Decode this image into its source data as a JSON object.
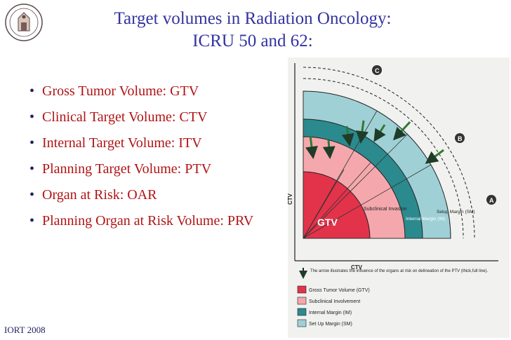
{
  "title": {
    "line1": "Target volumes in Radiation Oncology:",
    "line2": "ICRU 50 and 62:"
  },
  "bullets": [
    "Gross Tumor Volume: GTV",
    "Clinical Target Volume: CTV",
    "Internal Target Volume: ITV",
    "Planning Target Volume: PTV",
    "Organ at Risk: OAR",
    "Planning Organ at Risk Volume: PRV"
  ],
  "footer": "IORT 2008",
  "figure": {
    "region_labels": {
      "gtv": "GTV",
      "subclinical": "Subclinical Invasion",
      "internal": "Internal Margin (IM)",
      "setup": "Setup Margin (SM)"
    },
    "axis_x": "CTV",
    "axis_y": "CTV",
    "markers": [
      "A",
      "B",
      "C"
    ],
    "arrow_caption": "The arrow illustrates the influence of the organs at risk on delineation of the PTV (thick,full line).",
    "legend": [
      {
        "label": "Gross Tumor Volume (GTV)",
        "color": "#e2334a"
      },
      {
        "label": "Subclinical Involvement",
        "color": "#f4a8ad"
      },
      {
        "label": "Internal Margin (IM)",
        "color": "#2b8a8e"
      },
      {
        "label": "Set Up Margin (SM)",
        "color": "#9fd0d6"
      }
    ]
  }
}
